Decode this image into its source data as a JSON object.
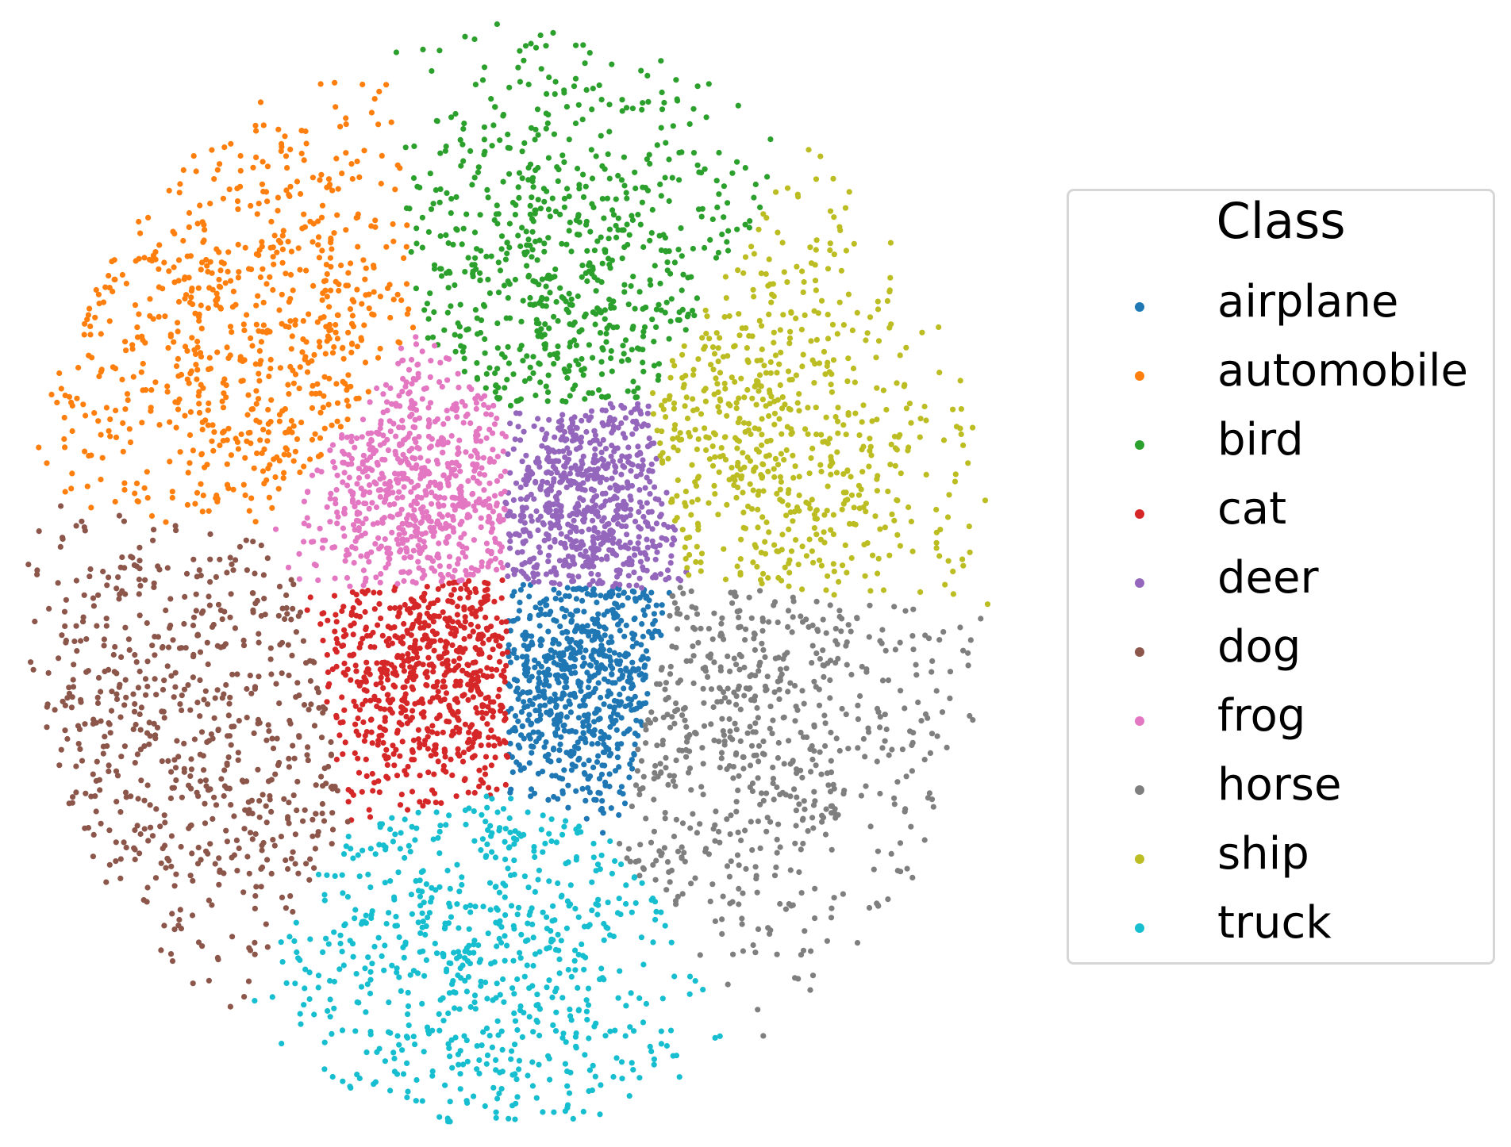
{
  "chart_data": {
    "type": "scatter",
    "title": "",
    "xlabel": "",
    "ylabel": "",
    "axes_visible": false,
    "grid": false,
    "legend": {
      "title": "Class",
      "placement": "right"
    },
    "xlim": [
      -1,
      1
    ],
    "ylim": [
      -1,
      1
    ],
    "series": [
      {
        "name": "airplane",
        "color": "#1f77b4",
        "center": [
          0.14,
          -0.17
        ],
        "count": 700
      },
      {
        "name": "automobile",
        "color": "#ff7f0e",
        "center": [
          -0.5,
          0.42
        ],
        "count": 720
      },
      {
        "name": "bird",
        "color": "#2ca02c",
        "center": [
          0.12,
          0.48
        ],
        "count": 700
      },
      {
        "name": "cat",
        "color": "#d62728",
        "center": [
          -0.14,
          -0.17
        ],
        "count": 700
      },
      {
        "name": "deer",
        "color": "#9467bd",
        "center": [
          0.15,
          0.13
        ],
        "count": 700
      },
      {
        "name": "dog",
        "color": "#8c564b",
        "center": [
          -0.62,
          -0.28
        ],
        "count": 650
      },
      {
        "name": "frog",
        "color": "#e377c2",
        "center": [
          -0.16,
          0.14
        ],
        "count": 700
      },
      {
        "name": "horse",
        "color": "#7f7f7f",
        "center": [
          0.45,
          -0.25
        ],
        "count": 650
      },
      {
        "name": "ship",
        "color": "#bcbd22",
        "center": [
          0.5,
          0.22
        ],
        "count": 650
      },
      {
        "name": "truck",
        "color": "#17becf",
        "center": [
          -0.06,
          -0.65
        ],
        "count": 700
      }
    ]
  }
}
